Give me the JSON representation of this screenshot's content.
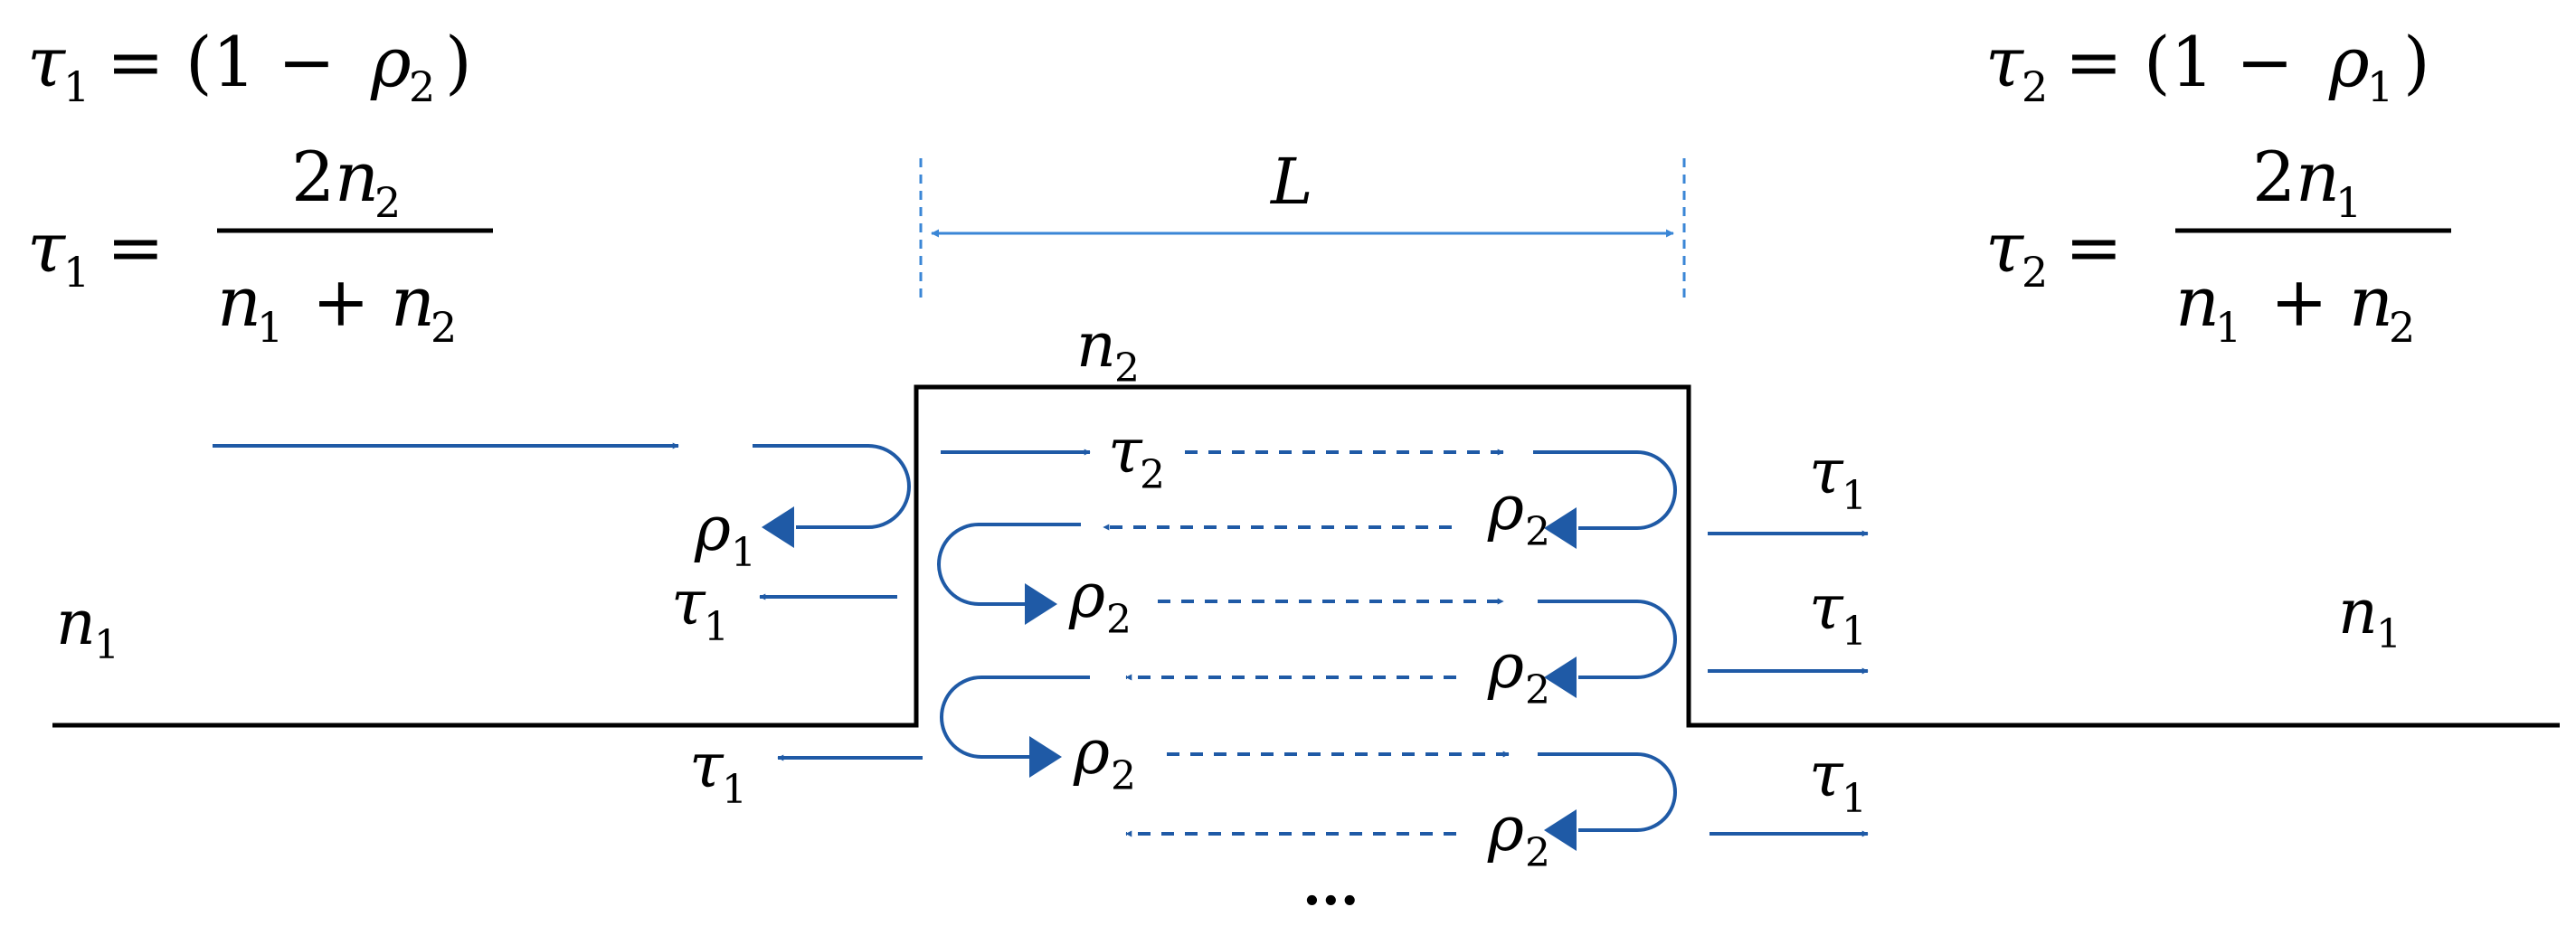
{
  "formulas": {
    "left_line1": {
      "lhs": "τ",
      "lhs_sub": "1",
      "eq": "=",
      "open": "(1 −",
      "rho": "ρ",
      "rho_sub": "2",
      "close": ")"
    },
    "left_line2": {
      "lhs": "τ",
      "lhs_sub": "1",
      "eq": "=",
      "num_coef": "2",
      "num_var": "n",
      "num_sub": "2",
      "den_a": "n",
      "den_a_sub": "1",
      "den_plus": "+",
      "den_b": "n",
      "den_b_sub": "2"
    },
    "right_line1": {
      "lhs": "τ",
      "lhs_sub": "2",
      "eq": "=",
      "open": "(1 −",
      "rho": "ρ",
      "rho_sub": "1",
      "close": ")"
    },
    "right_line2": {
      "lhs": "τ",
      "lhs_sub": "2",
      "eq": "=",
      "num_coef": "2",
      "num_var": "n",
      "num_sub": "1",
      "den_a": "n",
      "den_a_sub": "1",
      "den_plus": "+",
      "den_b": "n",
      "den_b_sub": "2"
    }
  },
  "region_labels": {
    "length": "L",
    "inner_medium": {
      "sym": "n",
      "sub": "2"
    },
    "outer_left": {
      "sym": "n",
      "sub": "1"
    },
    "outer_right": {
      "sym": "n",
      "sub": "1"
    }
  },
  "path_labels": {
    "tau_sym": "τ",
    "rho_sym": "ρ",
    "sub1": "1",
    "sub2": "2",
    "ellipsis": "..."
  },
  "colors": {
    "arrow": "#1f5aa6",
    "length_marker": "#3a86d6",
    "outline": "#000000"
  }
}
